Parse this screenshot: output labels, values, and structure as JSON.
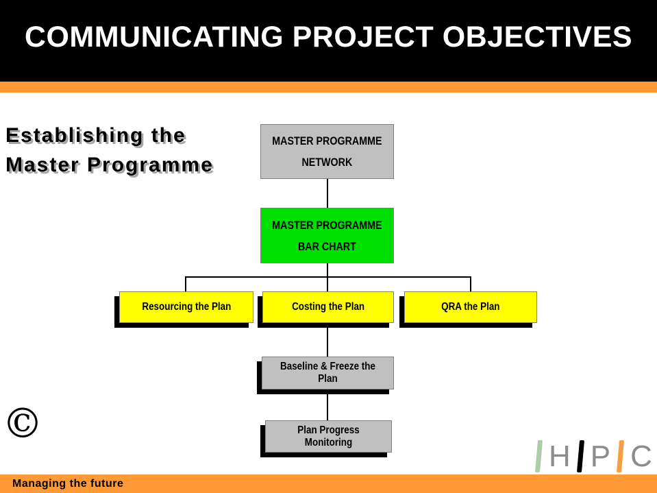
{
  "slide": {
    "title": "COMMUNICATING PROJECT OBJECTIVES",
    "subtitle": "Establishing the\nMaster Programme",
    "copyright_symbol": "©",
    "footer_tagline": "Managing the future"
  },
  "flowchart": {
    "nodes": [
      {
        "id": "master-programme-network",
        "label": "MASTER PROGRAMME\nNETWORK",
        "fill": "#c0c0c0"
      },
      {
        "id": "master-programme-bar-chart",
        "label": "MASTER PROGRAMME\nBAR CHART",
        "fill": "#00e000"
      },
      {
        "id": "resourcing-the-plan",
        "label": "Resourcing the Plan",
        "fill": "#ffff00"
      },
      {
        "id": "costing-the-plan",
        "label": "Costing the Plan",
        "fill": "#ffff00"
      },
      {
        "id": "qra-the-plan",
        "label": "QRA the Plan",
        "fill": "#ffff00"
      },
      {
        "id": "baseline-freeze-the-plan",
        "label": "Baseline & Freeze the Plan",
        "fill": "#c0c0c0"
      },
      {
        "id": "plan-progress-monitoring",
        "label": "Plan Progress Monitoring",
        "fill": "#c0c0c0"
      }
    ],
    "edges": [
      [
        "master-programme-network",
        "master-programme-bar-chart"
      ],
      [
        "master-programme-bar-chart",
        "resourcing-the-plan"
      ],
      [
        "master-programme-bar-chart",
        "costing-the-plan"
      ],
      [
        "master-programme-bar-chart",
        "qra-the-plan"
      ],
      [
        "costing-the-plan",
        "baseline-freeze-the-plan"
      ],
      [
        "baseline-freeze-the-plan",
        "plan-progress-monitoring"
      ]
    ]
  },
  "logo": {
    "letters": [
      "H",
      "P",
      "C"
    ],
    "bar_colors": [
      "#aecbaa",
      "#000000",
      "#f99d45"
    ]
  },
  "colors": {
    "header_bg": "#000000",
    "accent_orange": "#fd9a36",
    "node_gray": "#c0c0c0",
    "node_green": "#00e000",
    "node_yellow": "#ffff00",
    "title_text": "#ffffff",
    "body_text": "#000000",
    "logo_letter_gray": "#8c8c8c"
  }
}
